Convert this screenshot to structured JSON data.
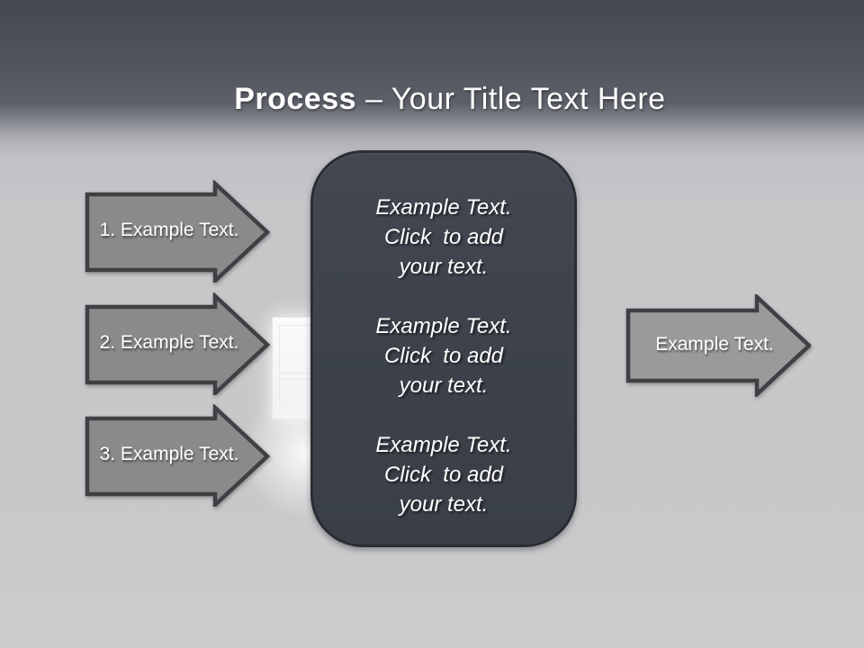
{
  "title": {
    "emphasis": "Process",
    "rest": " – Your Title Text Here"
  },
  "left_arrows": [
    {
      "label": "1. Example Text."
    },
    {
      "label": "2. Example Text."
    },
    {
      "label": "3. Example Text."
    }
  ],
  "right_arrow": {
    "label": "Example Text."
  },
  "center_panel": {
    "blocks": [
      {
        "lines": [
          "Example Text.",
          "Click  to add",
          "your text."
        ]
      },
      {
        "lines": [
          "Example Text.",
          "Click  to add",
          "your text."
        ]
      },
      {
        "lines": [
          "Example Text.",
          "Click  to add",
          "your text."
        ]
      }
    ]
  },
  "colors": {
    "header_dark": "#45484f",
    "background_light": "#c7c8ca",
    "left_arrow_fill": "#8a8a8a",
    "right_arrow_fill": "#9a9a9a",
    "arrow_border": "#3e4044",
    "panel_fill": "#3d424b",
    "panel_border": "#2a2d33",
    "text_white": "#ffffff"
  }
}
